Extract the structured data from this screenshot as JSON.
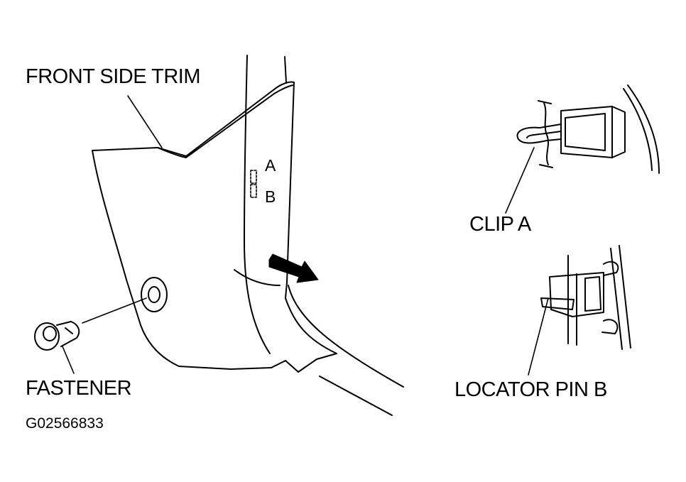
{
  "diagram": {
    "labels": {
      "front_side_trim": "FRONT SIDE TRIM",
      "fastener": "FASTENER",
      "clip_a": "CLIP A",
      "locator_pin_b": "LOCATOR PIN B",
      "marker_a": "A",
      "marker_b": "B",
      "figure_code": "G02566833"
    },
    "colors": {
      "ink": "#000000",
      "background": "#ffffff"
    },
    "icons": [
      "direction-arrow-icon",
      "fastener-icon",
      "clip-a-icon",
      "locator-pin-b-icon"
    ]
  }
}
